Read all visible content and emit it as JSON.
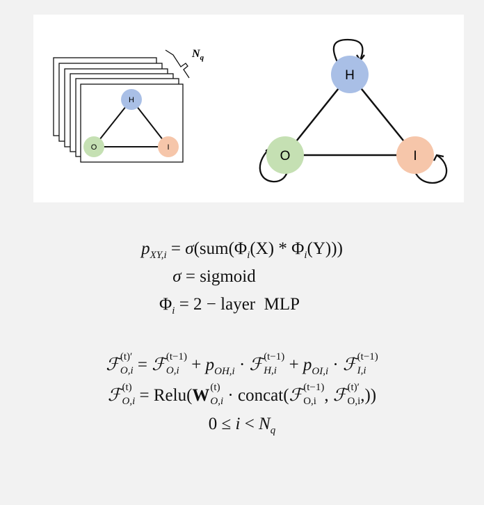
{
  "diagram": {
    "stack_count_label": "N",
    "stack_count_sub": "q",
    "nodes": {
      "H": {
        "label": "H",
        "color": "#a9bfe6"
      },
      "O": {
        "label": "O",
        "color": "#c5e0b3"
      },
      "I": {
        "label": "I",
        "color": "#f6c6aa"
      }
    }
  },
  "equations": {
    "block1": {
      "line1": {
        "p": "p",
        "p_sub": "XY,i",
        "eq": "=",
        "sigma": "σ",
        "open": "(sum(",
        "phi1": "Φ",
        "phi1_sub": "i",
        "x_arg": "(X)",
        "star": "*",
        "phi2": "Φ",
        "phi2_sub": "i",
        "y_arg": "(Y)",
        "close": "))"
      },
      "line2": {
        "sigma": "σ",
        "eq": "=",
        "rhs": "sigmoid"
      },
      "line3": {
        "phi": "Φ",
        "phi_sub": "i",
        "eq": "=",
        "rhs": "2 − layer  MLP"
      }
    },
    "block2": {
      "line1": {
        "f": "ℱ",
        "sup_lhs": "(t)′",
        "sub_lhs": "O,i",
        "eq": "=",
        "f1": "ℱ",
        "sup1": "(t−1)",
        "sub1": "O,i",
        "plus1": "+",
        "p_oh": "p",
        "p_oh_sub": "OH,i",
        "dot1": "·",
        "f2": "ℱ",
        "sup2": "(t−1)",
        "sub2": "H,i",
        "plus2": "+",
        "p_oi": "p",
        "p_oi_sub": "OI,i",
        "dot2": "·",
        "f3": "ℱ",
        "sup3": "(t−1)",
        "sub3": "I,i"
      },
      "line2": {
        "f": "ℱ",
        "sup_lhs": "(t)",
        "sub_lhs": "O,i",
        "eq": "=",
        "relu": "Relu(",
        "w": "W",
        "w_sup": "(t)",
        "w_sub": "O,i",
        "dot": "·",
        "concat": "concat(",
        "fa": "ℱ",
        "fa_sup": "(t−1)",
        "fa_sub": "O,i",
        "comma": ",",
        "fb": "ℱ",
        "fb_sup": "(t)′",
        "fb_sub": "O,i",
        "close": ",))"
      },
      "line3": {
        "lhs": "0 ≤",
        "i": "i",
        "lt": "<",
        "n": "N",
        "n_sub": "q"
      }
    }
  }
}
